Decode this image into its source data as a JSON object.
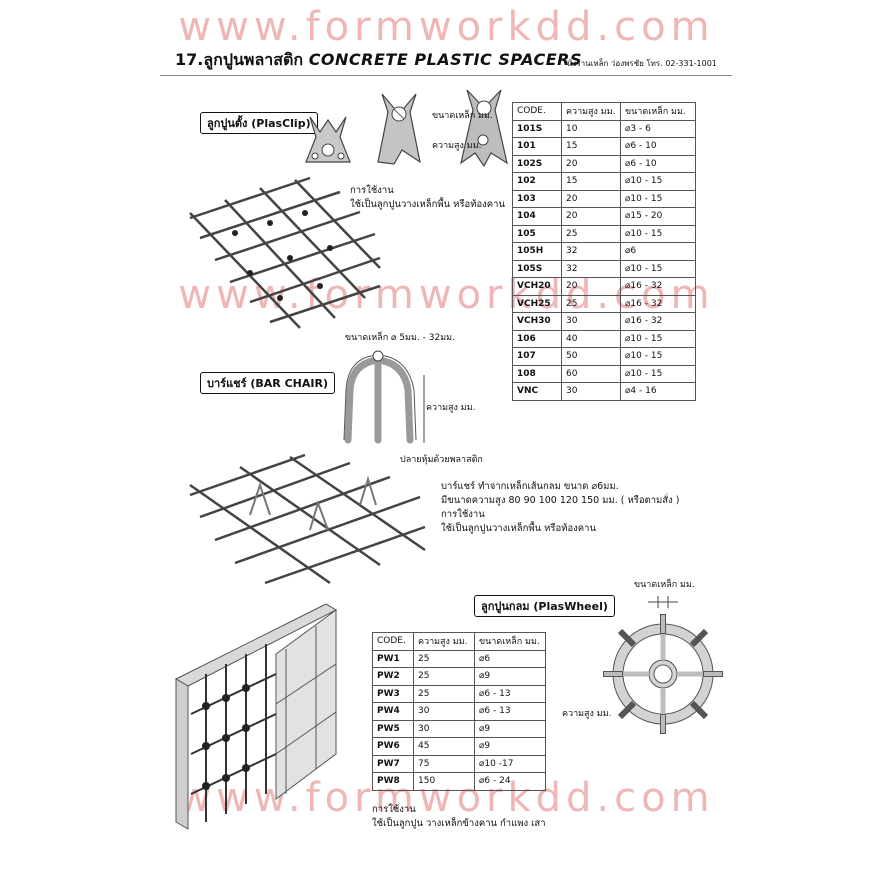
{
  "watermark": "www.formworkdd.com",
  "header": {
    "title_th": "17.ลูกปูนพลาสติก",
    "title_en": "CONCRETE PLASTIC SPACERS",
    "shop": "นั่งร้านเหล็ก ว่องพรชัย โทร. 02-331-1001"
  },
  "plasclip": {
    "label": "ลูกปูนตั้ง (PlasClip)",
    "diagram_bar_size": "ขนาดเหล็ก มม.",
    "diagram_height": "ความสูง มม.",
    "usage_title": "การใช้งาน",
    "usage_text": "ใช้เป็นลูกปูนวางเหล็กพื้น หรือท้องคาน",
    "table": {
      "headers": [
        "CODE.",
        "ความสูง มม.",
        "ขนาดเหล็ก มม."
      ],
      "rows": [
        [
          "101S",
          "10",
          "⌀3 - 6"
        ],
        [
          "101",
          "15",
          "⌀6 - 10"
        ],
        [
          "102S",
          "20",
          "⌀6 - 10"
        ],
        [
          "102",
          "15",
          "⌀10 - 15"
        ],
        [
          "103",
          "20",
          "⌀10 - 15"
        ],
        [
          "104",
          "20",
          "⌀15 - 20"
        ],
        [
          "105",
          "25",
          "⌀10 - 15"
        ],
        [
          "105H",
          "32",
          "⌀6"
        ],
        [
          "105S",
          "32",
          "⌀10 - 15"
        ],
        [
          "VCH20",
          "20",
          "⌀16 - 32"
        ],
        [
          "VCH25",
          "25",
          "⌀16 - 32"
        ],
        [
          "VCH30",
          "30",
          "⌀16 - 32"
        ],
        [
          "106",
          "40",
          "⌀10 - 15"
        ],
        [
          "107",
          "50",
          "⌀10 - 15"
        ],
        [
          "108",
          "60",
          "⌀10 - 15"
        ],
        [
          "VNC",
          "30",
          "⌀4 - 16"
        ]
      ]
    }
  },
  "barchair": {
    "label": "บาร์แชร์ (BAR CHAIR)",
    "bar_size": "ขนาดเหล็ก ⌀   5มม. - 32มม.",
    "height": "ความสูง มม.",
    "tip": "ปลายหุ้มด้วยพลาสติก",
    "desc_1": "บาร์แชร์ ทำจากเหล็กเส้นกลม ขนาด ⌀6มม.",
    "desc_2": "มีขนาดความสูง 80 90 100 120 150 มม. ( หรือตามสั่ง )",
    "usage_title": "การใช้งาน",
    "usage_text": "ใช้เป็นลูกปูนวางเหล็กพื้น หรือท้องคาน"
  },
  "plaswheel": {
    "label": "ลูกปูนกลม (PlasWheel)",
    "bar_size": "ขนาดเหล็ก มม.",
    "height": "ความสูง มม.",
    "usage_title": "การใช้งาน",
    "usage_text": "ใช้เป็นลูกปูน วางเหล็กข้างคาน กำแพง เสา",
    "table": {
      "headers": [
        "CODE.",
        "ความสูง มม.",
        "ขนาดเหล็ก มม."
      ],
      "rows": [
        [
          "PW1",
          "25",
          "⌀6"
        ],
        [
          "PW2",
          "25",
          "⌀9"
        ],
        [
          "PW3",
          "25",
          "⌀6 - 13"
        ],
        [
          "PW4",
          "30",
          "⌀6 - 13"
        ],
        [
          "PW5",
          "30",
          "⌀9"
        ],
        [
          "PW6",
          "45",
          "⌀9"
        ],
        [
          "PW7",
          "75",
          "⌀10 -17"
        ],
        [
          "PW8",
          "150",
          "⌀6 - 24"
        ]
      ]
    }
  }
}
